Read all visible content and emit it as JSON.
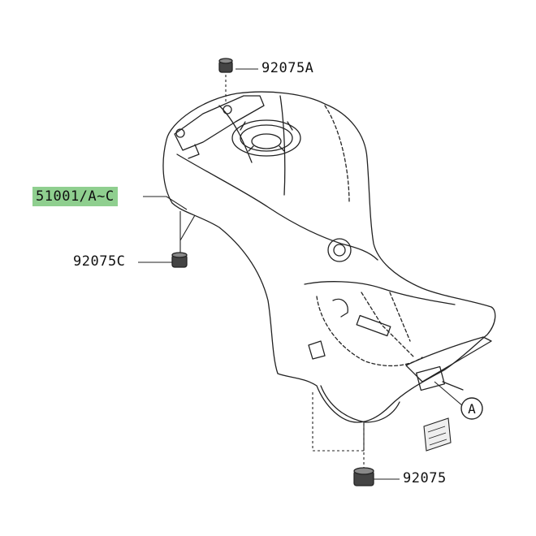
{
  "diagram": {
    "part_labels": {
      "bolt_top": "92075A",
      "tank": "51001/A~C",
      "bolt_left": "92075C",
      "bolt_bottom": "92075"
    },
    "reference_marker": "A",
    "highlight_color": "#8fcf8f",
    "line_color": "#222222"
  }
}
